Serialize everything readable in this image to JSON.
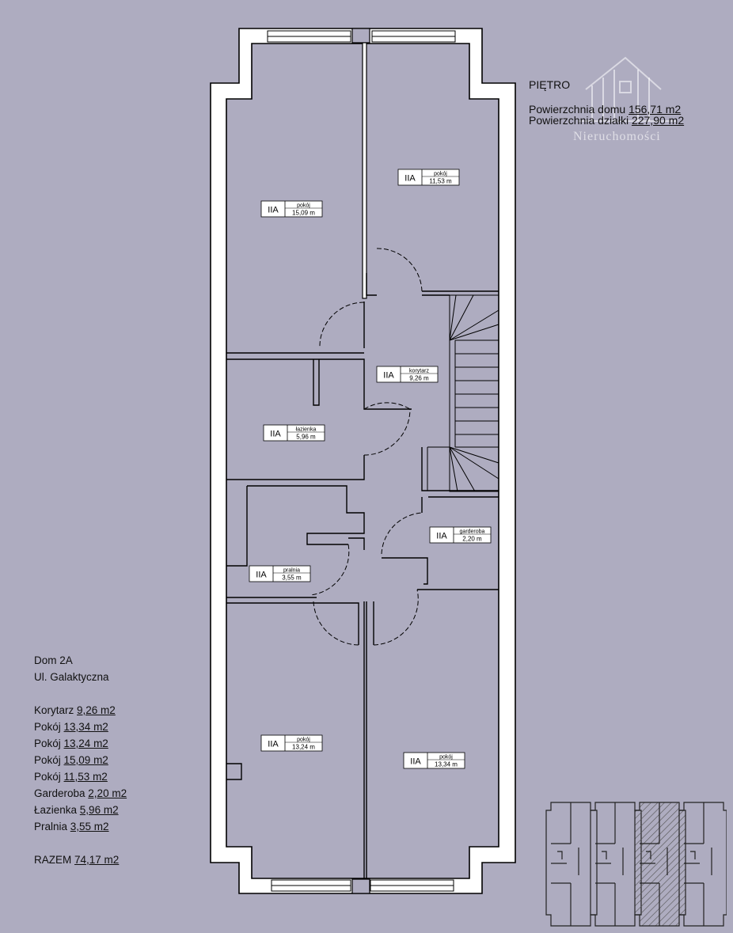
{
  "plan": {
    "floor_title": "PIĘTRO",
    "house_area_label": "Powierzchnia domu",
    "house_area_value": "156,71 m2",
    "plot_area_label": "Powierzchnia działki",
    "plot_area_value": "227,90 m2",
    "watermark": "Nieruchomości"
  },
  "rooms": [
    {
      "code": "IIA",
      "name": "pokój",
      "area": "15,09 m"
    },
    {
      "code": "IIA",
      "name": "pokój",
      "area": "11,53 m"
    },
    {
      "code": "IIA",
      "name": "korytarz",
      "area": "9,26 m"
    },
    {
      "code": "IIA",
      "name": "łazienka",
      "area": "5,96 m"
    },
    {
      "code": "IIA",
      "name": "garderoba",
      "area": "2,20 m"
    },
    {
      "code": "IIA",
      "name": "pralnia",
      "area": "3,55 m"
    },
    {
      "code": "IIA",
      "name": "pokój",
      "area": "13,24 m"
    },
    {
      "code": "IIA",
      "name": "pokój",
      "area": "13,34 m"
    }
  ],
  "info": {
    "house": "Dom 2A",
    "street": "Ul. Galaktyczna",
    "rooms": [
      {
        "name": "Korytarz",
        "area": "9,26 m2"
      },
      {
        "name": "Pokój",
        "area": "13,34 m2"
      },
      {
        "name": "Pokój",
        "area": "13,24 m2"
      },
      {
        "name": "Pokój",
        "area": "15,09 m2"
      },
      {
        "name": "Pokój",
        "area": "11,53 m2"
      },
      {
        "name": "Garderoba",
        "area": "2,20 m2"
      },
      {
        "name": "Łazienka",
        "area": "5,96 m2"
      },
      {
        "name": "Pralnia",
        "area": "3,55 m2"
      }
    ],
    "total_label": "RAZEM",
    "total_value": "74,17 m2"
  }
}
